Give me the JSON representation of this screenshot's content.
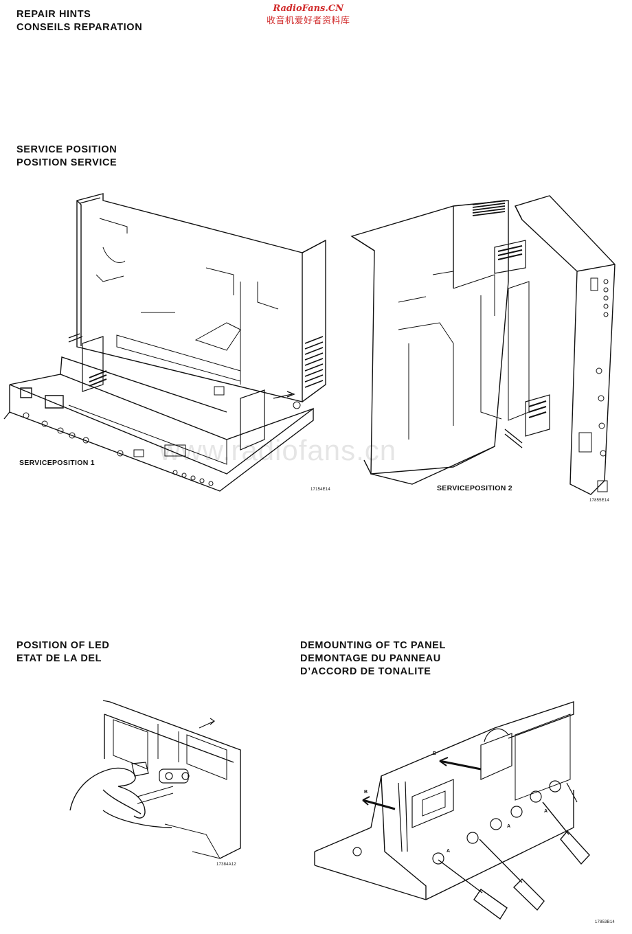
{
  "header": {
    "line1": "REPAIR HINTS",
    "line2": "CONSEILS REPARATION"
  },
  "watermark_top": {
    "site": "RadioFans.CN",
    "chinese": "收音机爱好者资料库"
  },
  "watermark_center": "www.radiofans.cn",
  "service_section": {
    "title_en": "SERVICE POSITION",
    "title_fr": "POSITION SERVICE",
    "figure1": {
      "caption": "SERVICEPOSITION 1",
      "code": "17154E14"
    },
    "figure2": {
      "caption": "SERVICEPOSITION 2",
      "code": "17855E14"
    }
  },
  "led_section": {
    "title_en": "POSITION OF LED",
    "title_fr": "ETAT DE LA DEL",
    "code": "17384A12"
  },
  "tc_section": {
    "title_line1": "DEMOUNTING OF TC PANEL",
    "title_line2": "DEMONTAGE DU PANNEAU",
    "title_line3": "D’ACCORD DE TONALITE",
    "label_b": "B",
    "label_a": "A",
    "code": "17853B14"
  },
  "colors": {
    "ink": "#111111",
    "watermark_red": "#d12b2b"
  }
}
